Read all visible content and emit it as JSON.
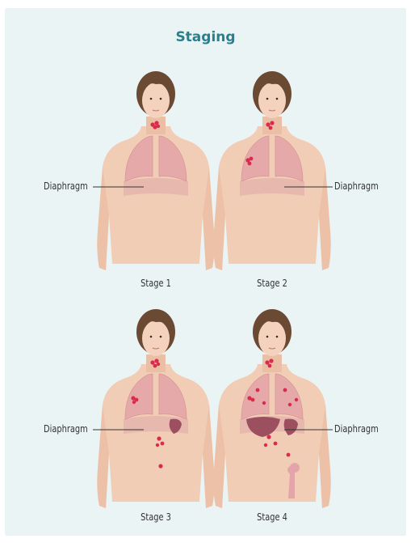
{
  "title": "Staging",
  "stages": [
    {
      "label": "Stage 1",
      "annotation": "Diaphragm"
    },
    {
      "label": "Stage 2",
      "annotation": "Diaphragm"
    },
    {
      "label": "Stage 3",
      "annotation": "Diaphragm"
    },
    {
      "label": "Stage 4",
      "annotation": "Diaphragm"
    }
  ],
  "colors": {
    "background": "#eaf4f5",
    "title": "#2a7f8f",
    "skin": "#f2cdb6",
    "hair": "#6b4a33",
    "lung": "#e6a9a9",
    "abdomen": "#e7b8ae",
    "lymph": "#d92b4b",
    "organ": "#9c4f5f"
  }
}
